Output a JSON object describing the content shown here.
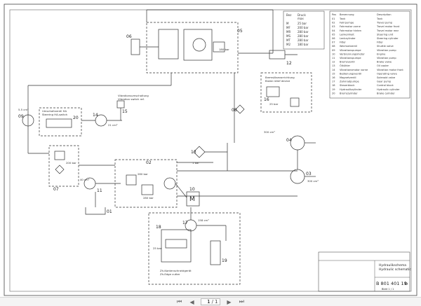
{
  "diagram": {
    "labels": {
      "n05": "05",
      "n06": "06",
      "n08": "08",
      "n09": "09",
      "n20": "20",
      "n14": "14",
      "n15": "15",
      "n07": "07",
      "n11": "11",
      "n01": "01",
      "n02": "02",
      "n13": "13",
      "n10": "10",
      "n17": "17",
      "n18": "18",
      "n19": "19",
      "n12": "12",
      "n16": "16",
      "n04": "04",
      "n03": "03",
      "m": "M"
    },
    "notes": {
      "vib_switch_de": "Vibrationsumschaltung",
      "vib_switch_en": "Vibration switch ref.",
      "dir_valve_de": "Umschaltventil HA",
      "dir_valve_en": "Steering HA-switch",
      "brake_de": "Bremslösevorrichtung",
      "brake_en": "Brake relief device",
      "cutter_de": "Zh-Kantenschneidgerät",
      "cutter_en": "Zh-Edge cutter",
      "p180": "180 bar",
      "p280a": "280 bar",
      "p280b": "280 bar",
      "p25a": "25 bar",
      "p25b": "25 bar",
      "p1bar": "1 bar",
      "p200": "200 bar",
      "p158": "158 cm³",
      "cm3_a": "5.5 cm³",
      "cm3_b": "21 cm³",
      "cm3_c": "300 cm³",
      "cm3_d": "300 cm³",
      "cm3_e": "40 cm³"
    }
  },
  "pressure_table": {
    "headers": [
      "Bez",
      "Druck",
      "max"
    ],
    "rows": [
      [
        "M",
        "25 bar"
      ],
      [
        "MF",
        "200 bar"
      ],
      [
        "MR",
        "280 bar"
      ],
      [
        "MS",
        "280 bar"
      ],
      [
        "MT",
        "280 bar"
      ],
      [
        "M2",
        "180 bar"
      ]
    ]
  },
  "parts_table": {
    "headers": [
      "Pos",
      "Benennung",
      "Description"
    ],
    "rows": [
      [
        "01",
        "Tank",
        "Tank"
      ],
      [
        "02",
        "Fahrpumpe",
        "Travel pump"
      ],
      [
        "03",
        "Fahrmotor vorne",
        "Travel motor front"
      ],
      [
        "04",
        "Fahrmotor hinten",
        "Travel motor rear"
      ],
      [
        "05",
        "Lenkeinheit",
        "Steering unit"
      ],
      [
        "06",
        "Lenkzylinder",
        "Steering cylinder"
      ],
      [
        "07",
        "Filter",
        "Filter"
      ],
      [
        "08",
        "Wechselventil",
        "Shuttle valve"
      ],
      [
        "09",
        "Vibrationspumpe",
        "Vibration pump"
      ],
      [
        "10",
        "Verbrennungsmotor",
        "Engine"
      ],
      [
        "11",
        "Vibrationspumpe",
        "Vibration pump"
      ],
      [
        "12",
        "Bremsventil",
        "Brake valve"
      ],
      [
        "13",
        "Ölkühler",
        "Oil cooler"
      ],
      [
        "14",
        "Vibrationsmotor vorne",
        "Vibration motor front"
      ],
      [
        "15",
        "Bedienungsventil",
        "Operating valve"
      ],
      [
        "16",
        "Magnetventil",
        "Solenoid valve"
      ],
      [
        "17",
        "Zahnradpumpe",
        "Gear pump"
      ],
      [
        "18",
        "Steuerblock",
        "Control block"
      ],
      [
        "19",
        "Hydraulikzylinder",
        "Hydraulic cylinder"
      ],
      [
        "20",
        "Bremszylinder",
        "Brake cylinder"
      ]
    ]
  },
  "title_block": {
    "title_de": "Hydraulikschema",
    "title_en": "Hydraulic schematic",
    "doc_number": "B 801 401 19",
    "revision": "b",
    "sheet": "Blatt 1 / 1"
  },
  "toolbar": {
    "first_icon": "first-page-icon",
    "prev_icon": "previous-page-icon",
    "next_icon": "next-page-icon",
    "last_icon": "last-page-icon",
    "current_page": "1",
    "page_separator": "/",
    "total_pages": "1"
  }
}
